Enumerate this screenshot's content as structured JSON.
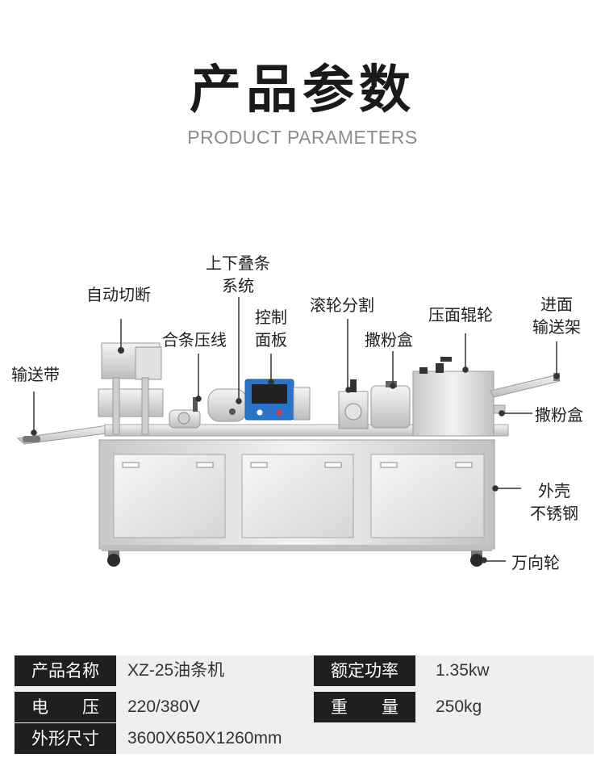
{
  "header": {
    "title": "产品参数",
    "subtitle": "PRODUCT PARAMETERS"
  },
  "callouts": {
    "conveyor_belt": "输送带",
    "auto_cutting": "自动切断",
    "combine_press": "合条压线",
    "stacking_line1": "上下叠条",
    "stacking_line2": "系统",
    "control_line1": "控制",
    "control_line2": "面板",
    "roller_split": "滚轮分割",
    "powder_box": "撒粉盒",
    "press_roller": "压面辊轮",
    "feed_line1": "进面",
    "feed_line2": "输送架",
    "powder_box_2": "撒粉盒",
    "shell_line1": "外壳",
    "shell_line2": "不锈钢",
    "universal_wheel": "万向轮"
  },
  "colors": {
    "table_label_bg": "#1f1f1f",
    "table_row_bg": "#efefef",
    "panel_blue": "#2a74c9"
  },
  "specs": {
    "product_name_label": "产品名称",
    "product_name_value": "XZ-25油条机",
    "rated_power_label": "额定功率",
    "rated_power_value": "1.35kw",
    "voltage_label": "电　　压",
    "voltage_value": "220/380V",
    "weight_label": "重　　量",
    "weight_value": "250kg",
    "dimensions_label": "外形尺寸",
    "dimensions_value": "3600X650X1260mm"
  }
}
